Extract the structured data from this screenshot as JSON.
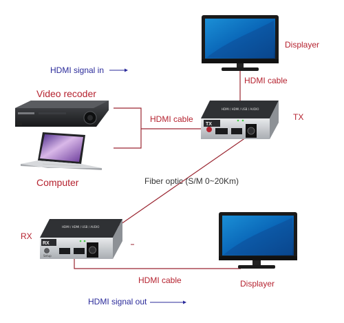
{
  "labels": {
    "displayer_top": "Displayer",
    "displayer_bottom": "Displayer",
    "hdmi_signal_in": "HDMI signal in",
    "hdmi_signal_out": "HDMI signal out",
    "hdmi_cable_top": "HDMI cable",
    "hdmi_cable_tx": "HDMI cable",
    "hdmi_cable_bottom": "HDMI cable",
    "video_recorder": "Video recoder",
    "computer": "Computer",
    "tx": "TX",
    "rx": "RX",
    "fiber_optic": "Fiber optic (S/M 0~20Km)"
  },
  "device_text": {
    "tx_port": "TX",
    "rx_port": "RX",
    "tx_box_caption": "HDMI / HDMI / USB / AUDIO",
    "rx_box_caption": "HDMI / HDMI / USB / AUDIO",
    "rx_button": "Setup"
  },
  "colors": {
    "line": "#9a2530",
    "label_red": "#b5222f",
    "label_blue": "#2a2a9a",
    "box_dark": "#2f3134",
    "box_light": "#c9ccd0"
  }
}
